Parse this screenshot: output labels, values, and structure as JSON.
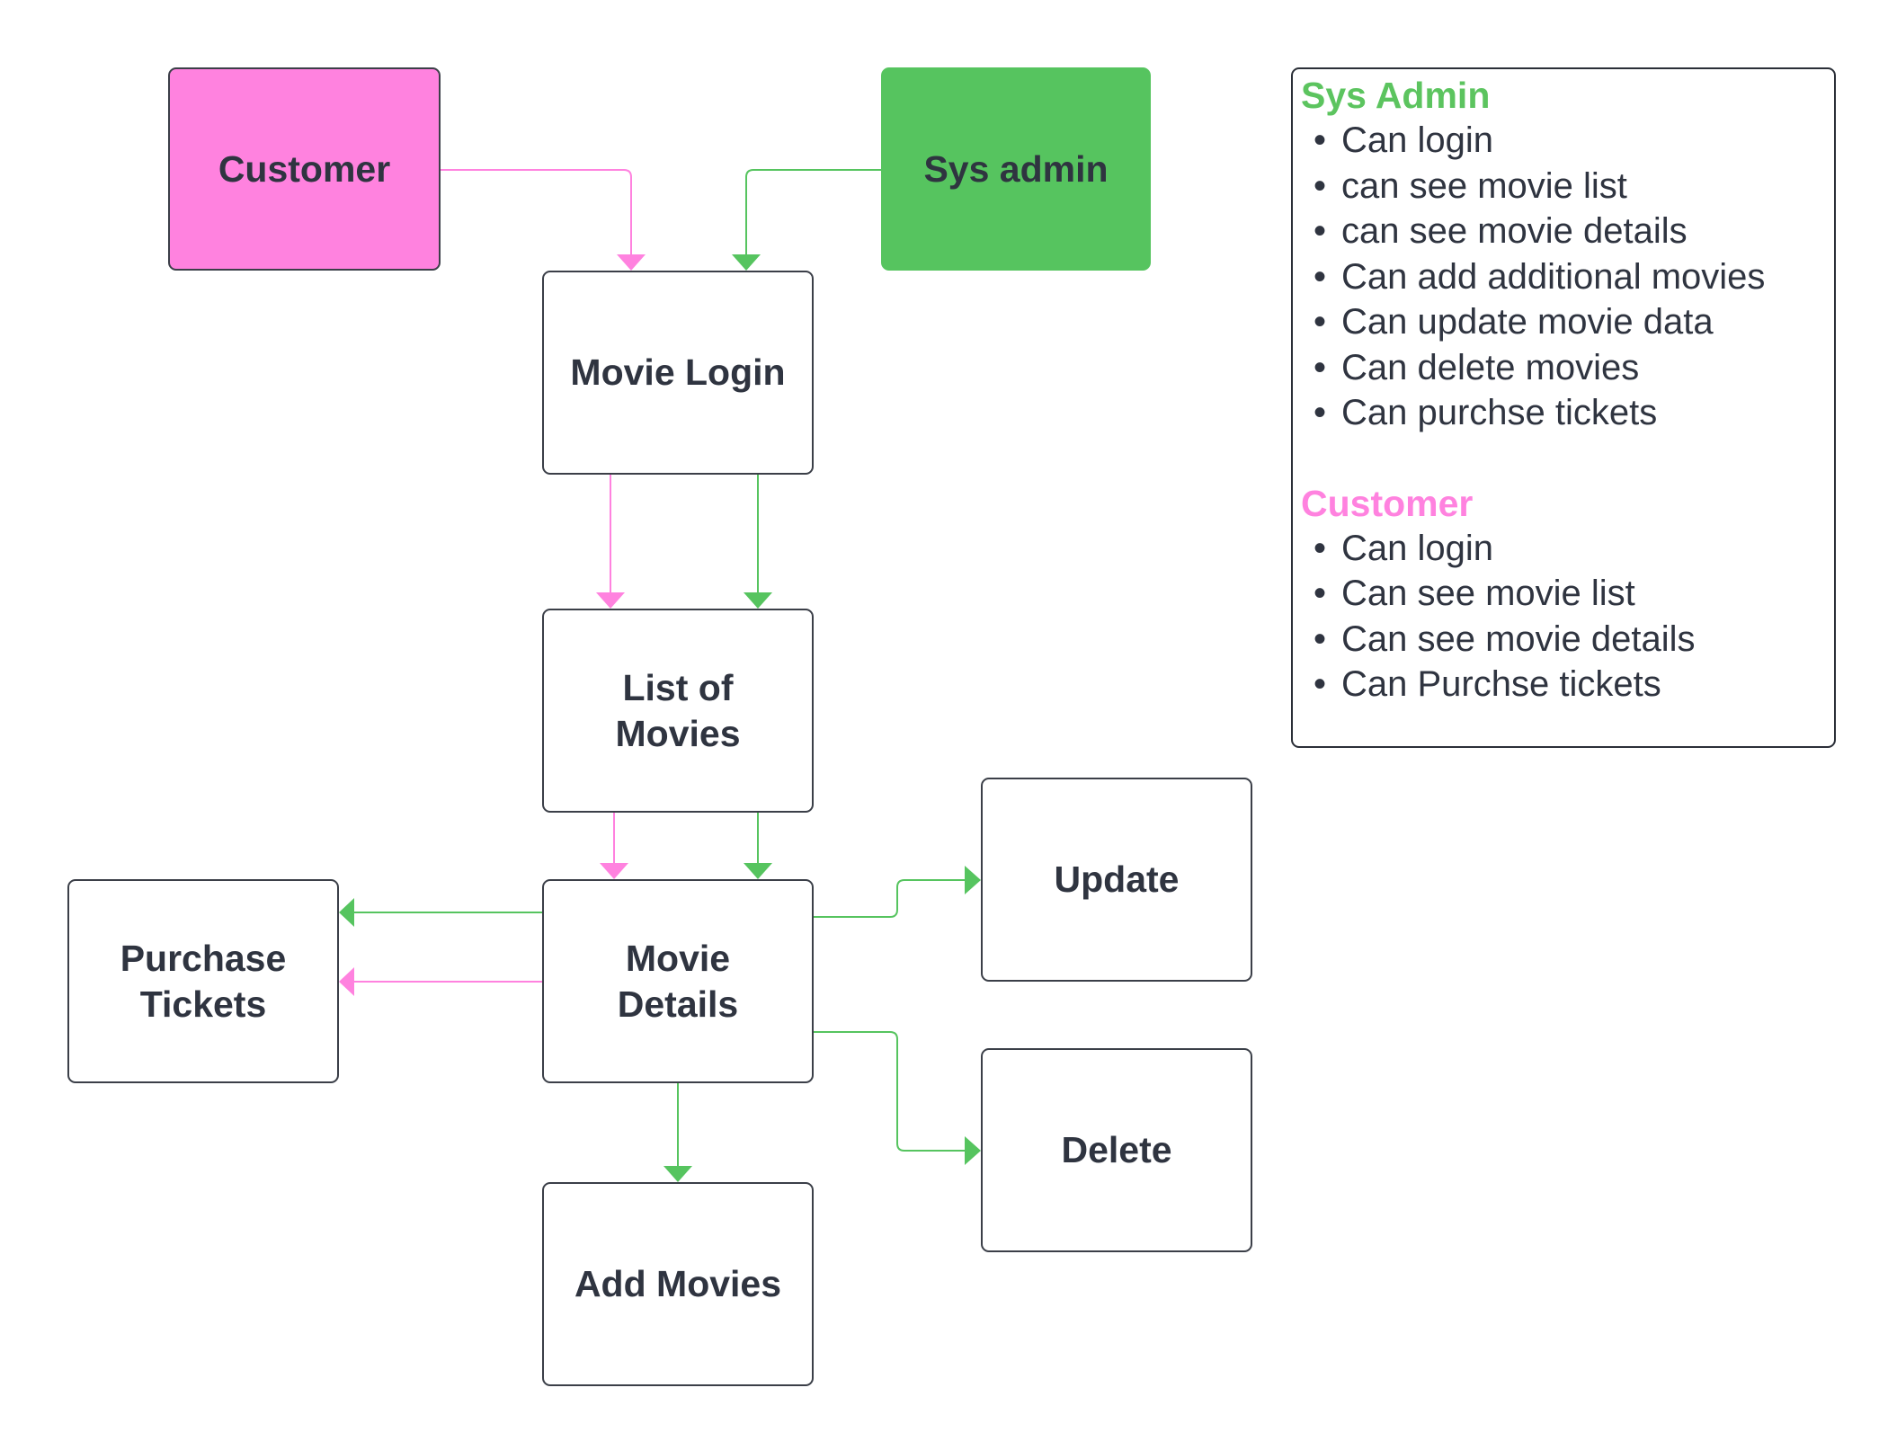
{
  "colors": {
    "customer": "#ff82df",
    "sys_admin": "#56c45f",
    "customer_text": "#ff82df",
    "sys_admin_text": "#5cc45f",
    "node_text": "#2f3440",
    "node_border": "#3b3f48"
  },
  "nodes": {
    "customer": "Customer",
    "sys_admin": "Sys admin",
    "movie_login": "Movie Login",
    "list_of_movies": "List of\nMovies",
    "movie_details": "Movie\nDetails",
    "purchase_tickets": "Purchase\nTickets",
    "update": "Update",
    "delete": "Delete",
    "add_movies": "Add Movies"
  },
  "legend": {
    "sys_admin": {
      "title": "Sys Admin",
      "items": [
        "Can login",
        "can see movie list",
        "can see movie details",
        "Can add additional movies",
        "Can update movie data",
        "Can delete movies",
        "Can purchse tickets"
      ]
    },
    "customer": {
      "title": "Customer",
      "items": [
        "Can login",
        "Can see movie list",
        "Can see movie details",
        "Can Purchse tickets"
      ]
    }
  },
  "edges": [
    {
      "from": "Customer",
      "to": "Movie Login",
      "role": "customer"
    },
    {
      "from": "Sys admin",
      "to": "Movie Login",
      "role": "sys_admin"
    },
    {
      "from": "Movie Login",
      "to": "List of Movies",
      "role": "customer"
    },
    {
      "from": "Movie Login",
      "to": "List of Movies",
      "role": "sys_admin"
    },
    {
      "from": "List of Movies",
      "to": "Movie Details",
      "role": "customer"
    },
    {
      "from": "List of Movies",
      "to": "Movie Details",
      "role": "sys_admin"
    },
    {
      "from": "Movie Details",
      "to": "Purchase Tickets",
      "role": "sys_admin"
    },
    {
      "from": "Movie Details",
      "to": "Purchase Tickets",
      "role": "customer"
    },
    {
      "from": "Movie Details",
      "to": "Update",
      "role": "sys_admin"
    },
    {
      "from": "Movie Details",
      "to": "Delete",
      "role": "sys_admin"
    },
    {
      "from": "Movie Details",
      "to": "Add Movies",
      "role": "sys_admin"
    }
  ]
}
